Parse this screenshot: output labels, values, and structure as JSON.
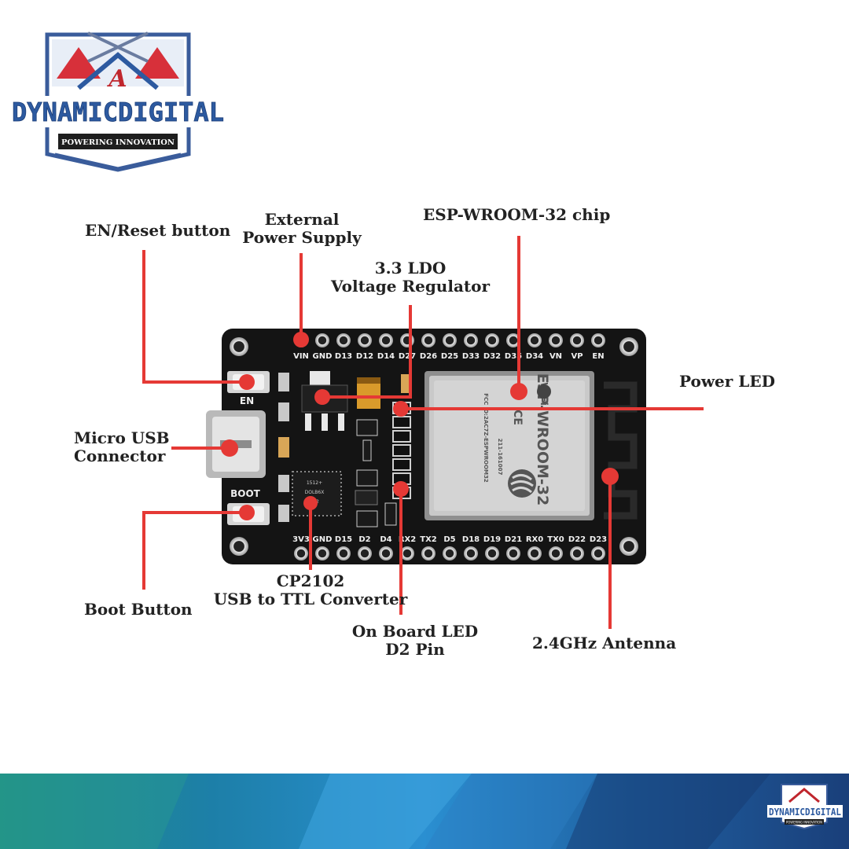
{
  "logo": {
    "brand": "DYNAMICDIGITAL",
    "tagline": "POWERING INNOVATION",
    "monogram": "A"
  },
  "labels": {
    "en_reset": "EN/Reset button",
    "external_power": [
      "External",
      "Power Supply"
    ],
    "esp_chip": "ESP-WROOM-32 chip",
    "ldo": [
      "3.3 LDO",
      "Voltage Regulator"
    ],
    "power_led": "Power LED",
    "micro_usb": [
      "Micro USB",
      "Connector"
    ],
    "boot_button": "Boot Button",
    "cp2102": [
      "CP2102",
      "USB to TTL Converter"
    ],
    "onboard_led": [
      "On Board LED",
      "D2 Pin"
    ],
    "antenna": "2.4GHz Antenna"
  },
  "board": {
    "top_pins": [
      "VIN",
      "GND",
      "D13",
      "D12",
      "D14",
      "D27",
      "D26",
      "D25",
      "D33",
      "D32",
      "D35",
      "D34",
      "VN",
      "VP",
      "EN"
    ],
    "bottom_pins": [
      "3V3",
      "GND",
      "D15",
      "D2",
      "D4",
      "RX2",
      "TX2",
      "D5",
      "D18",
      "D19",
      "D21",
      "RX0",
      "TX0",
      "D22",
      "D23"
    ],
    "en_silk": "EN",
    "boot_silk": "BOOT",
    "module_name": "ESP-WROOM-32",
    "wifi_mark": "WiFi",
    "ce_mark": "CE",
    "fcc_text": "FCC ID:2AC7Z-ESPWROOM32",
    "ic_text": "211-161007",
    "cp_chip_text": [
      "1512+",
      "DOLB6X",
      "CP2"
    ]
  },
  "colors": {
    "callout": "#e53935",
    "board": "#141414",
    "module": "#c9c9c9",
    "brand_blue": "#2d5aa0",
    "brand_red": "#c0262d"
  },
  "footer_logo": {
    "brand": "DYNAMICDIGITAL",
    "tagline": "POWERING INNOVATION"
  }
}
